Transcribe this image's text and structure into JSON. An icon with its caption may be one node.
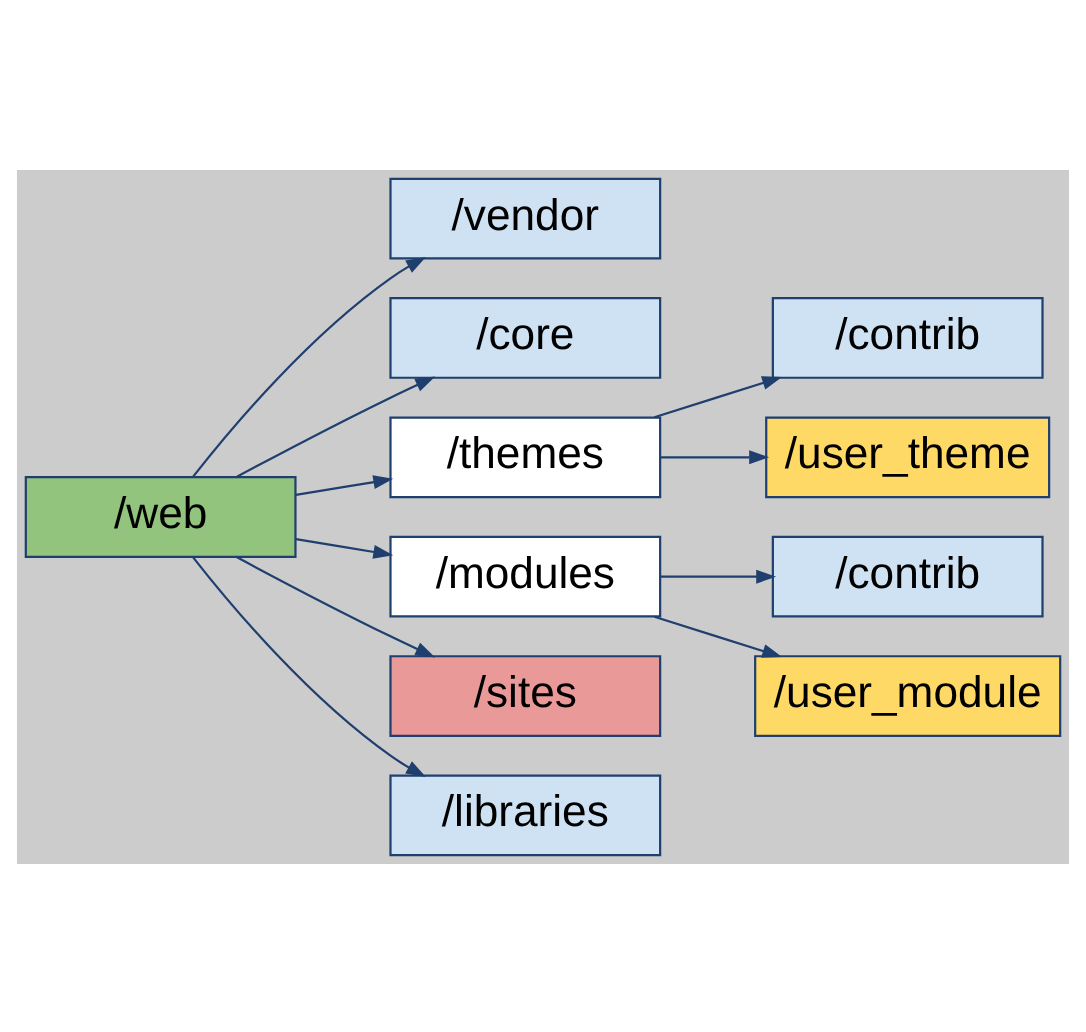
{
  "diagram": {
    "nodes": [
      {
        "text": [
          "/web"
        ]
      },
      {
        "text": [
          "/vendor"
        ]
      },
      {
        "text": [
          "/core"
        ]
      },
      {
        "text": [
          "/themes"
        ]
      },
      {
        "text": [
          "/modules"
        ]
      },
      {
        "text": [
          "/sites"
        ]
      },
      {
        "text": [
          "/libraries"
        ]
      },
      {
        "text": [
          "/contrib"
        ]
      },
      {
        "text": [
          "/user_theme"
        ]
      },
      {
        "text": [
          "/contrib"
        ]
      },
      {
        "text": [
          "/user_module"
        ]
      }
    ],
    "edges": [
      {
        "from": 0,
        "to": 1,
        "arrow": "to"
      },
      {
        "from": 0,
        "to": 2,
        "arrow": "to"
      },
      {
        "from": 0,
        "to": 3,
        "arrow": "to"
      },
      {
        "from": 0,
        "to": 4,
        "arrow": "to"
      },
      {
        "from": 0,
        "to": 5,
        "arrow": "to"
      },
      {
        "from": 0,
        "to": 6,
        "arrow": "to"
      },
      {
        "from": 3,
        "to": 7,
        "arrow": "to"
      },
      {
        "from": 3,
        "to": 8,
        "arrow": "to"
      },
      {
        "from": 4,
        "to": 9,
        "arrow": "to"
      },
      {
        "from": 4,
        "to": 10,
        "arrow": "to"
      }
    ]
  }
}
